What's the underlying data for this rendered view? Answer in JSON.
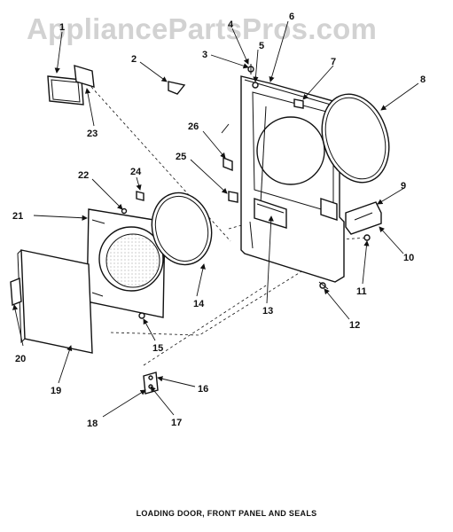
{
  "watermark": "AppliancePartsPros.com",
  "caption": "LOADING DOOR, FRONT PANEL AND SEALS",
  "callouts": [
    "1",
    "2",
    "3",
    "4",
    "5",
    "6",
    "7",
    "8",
    "9",
    "10",
    "11",
    "12",
    "13",
    "14",
    "15",
    "16",
    "17",
    "18",
    "19",
    "20",
    "21",
    "22",
    "23",
    "24",
    "25",
    "26"
  ]
}
